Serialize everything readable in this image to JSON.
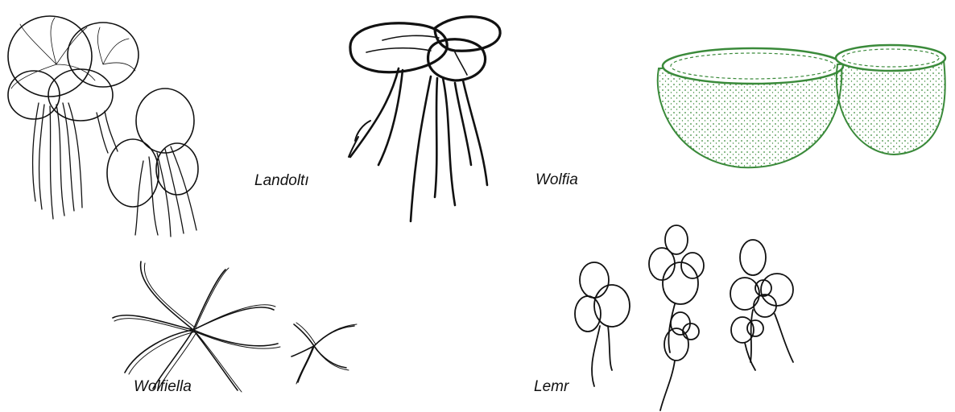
{
  "labels": {
    "landoltia": "Landoltı",
    "wolffia": "Wolfia",
    "wolffiella": "Wolfiella",
    "lemna": "Lemr"
  },
  "colors": {
    "ink": "#111111",
    "wolffia_ink": "#3a8a3a",
    "background": "#ffffff"
  }
}
